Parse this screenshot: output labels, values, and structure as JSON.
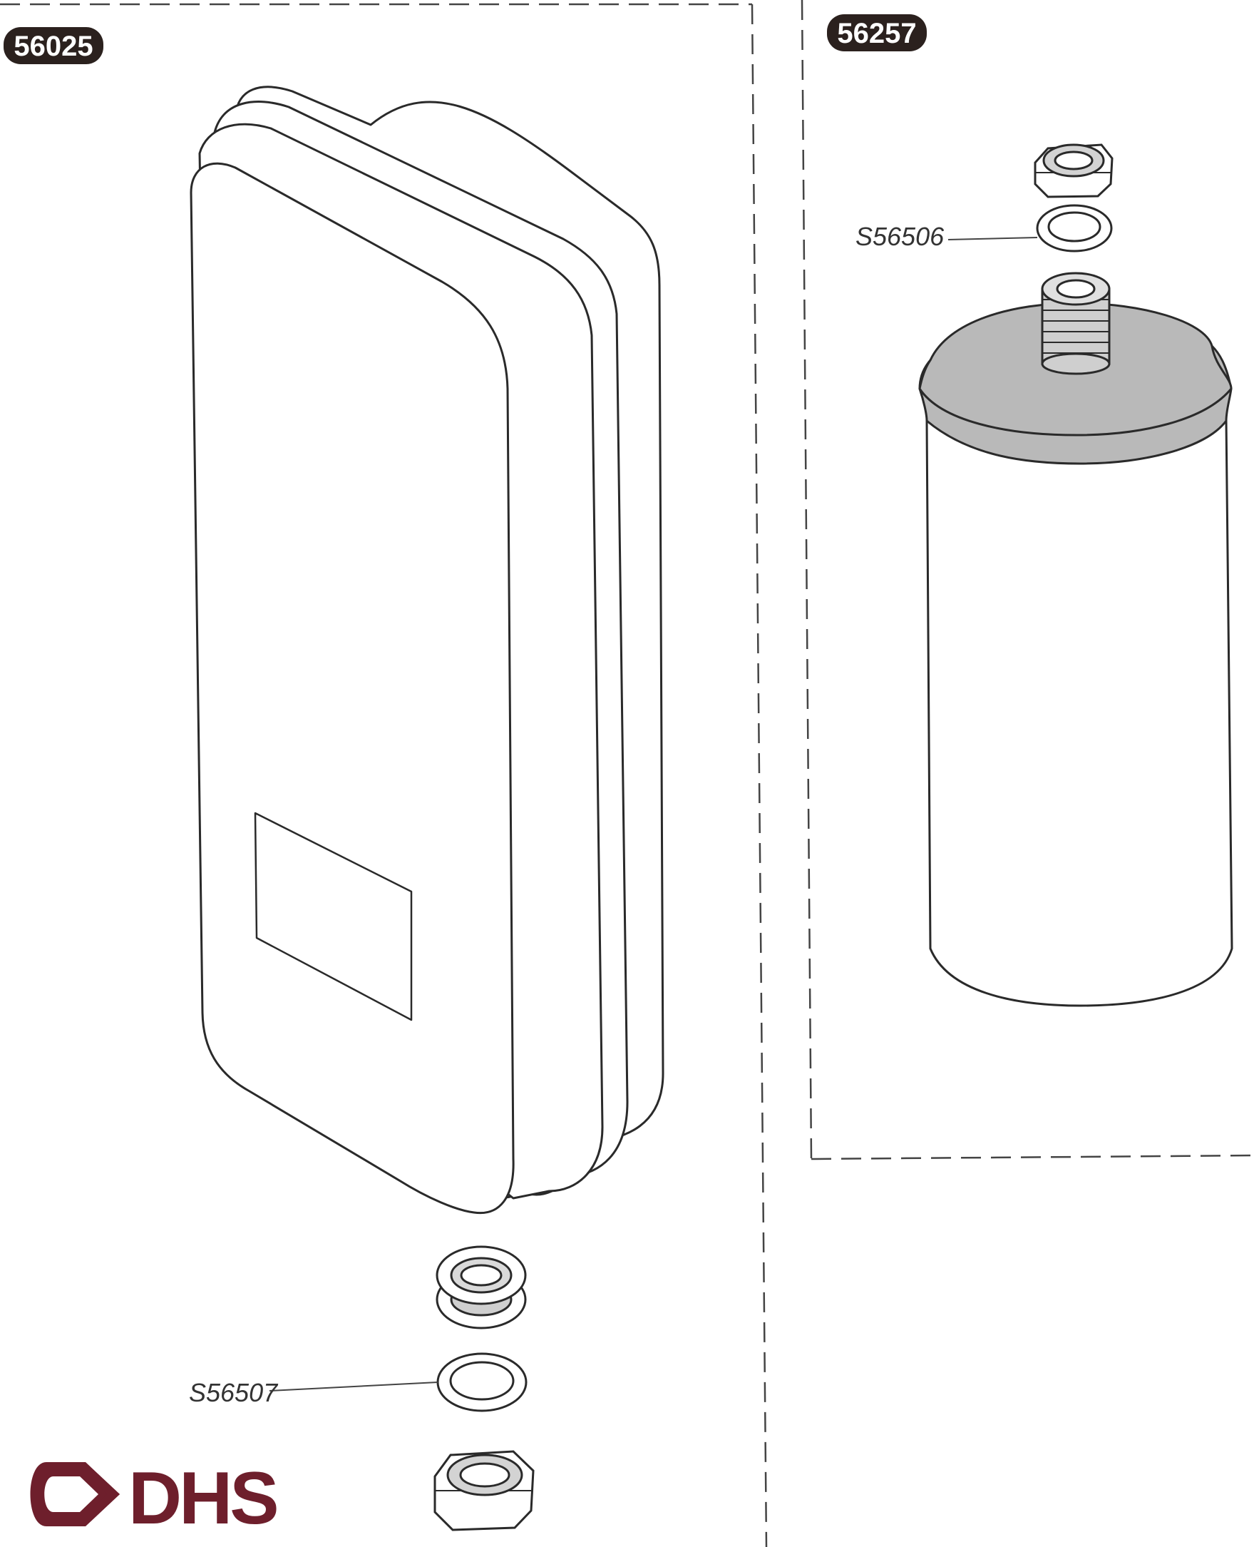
{
  "colors": {
    "ink": "#2a2a2a",
    "badge": "#2b211e",
    "badge_text": "#ffffff",
    "cap_fill": "#b9b9b9",
    "logo_maroon": "#6e1f2c",
    "paper": "#ffffff"
  },
  "sections": {
    "left": {
      "badge": "56025"
    },
    "right": {
      "badge": "56257"
    }
  },
  "callouts": {
    "left_washer": "S56507",
    "right_washer": "S56506"
  },
  "logo": {
    "text": "DHS",
    "icon": "arrow-bracket-icon"
  }
}
